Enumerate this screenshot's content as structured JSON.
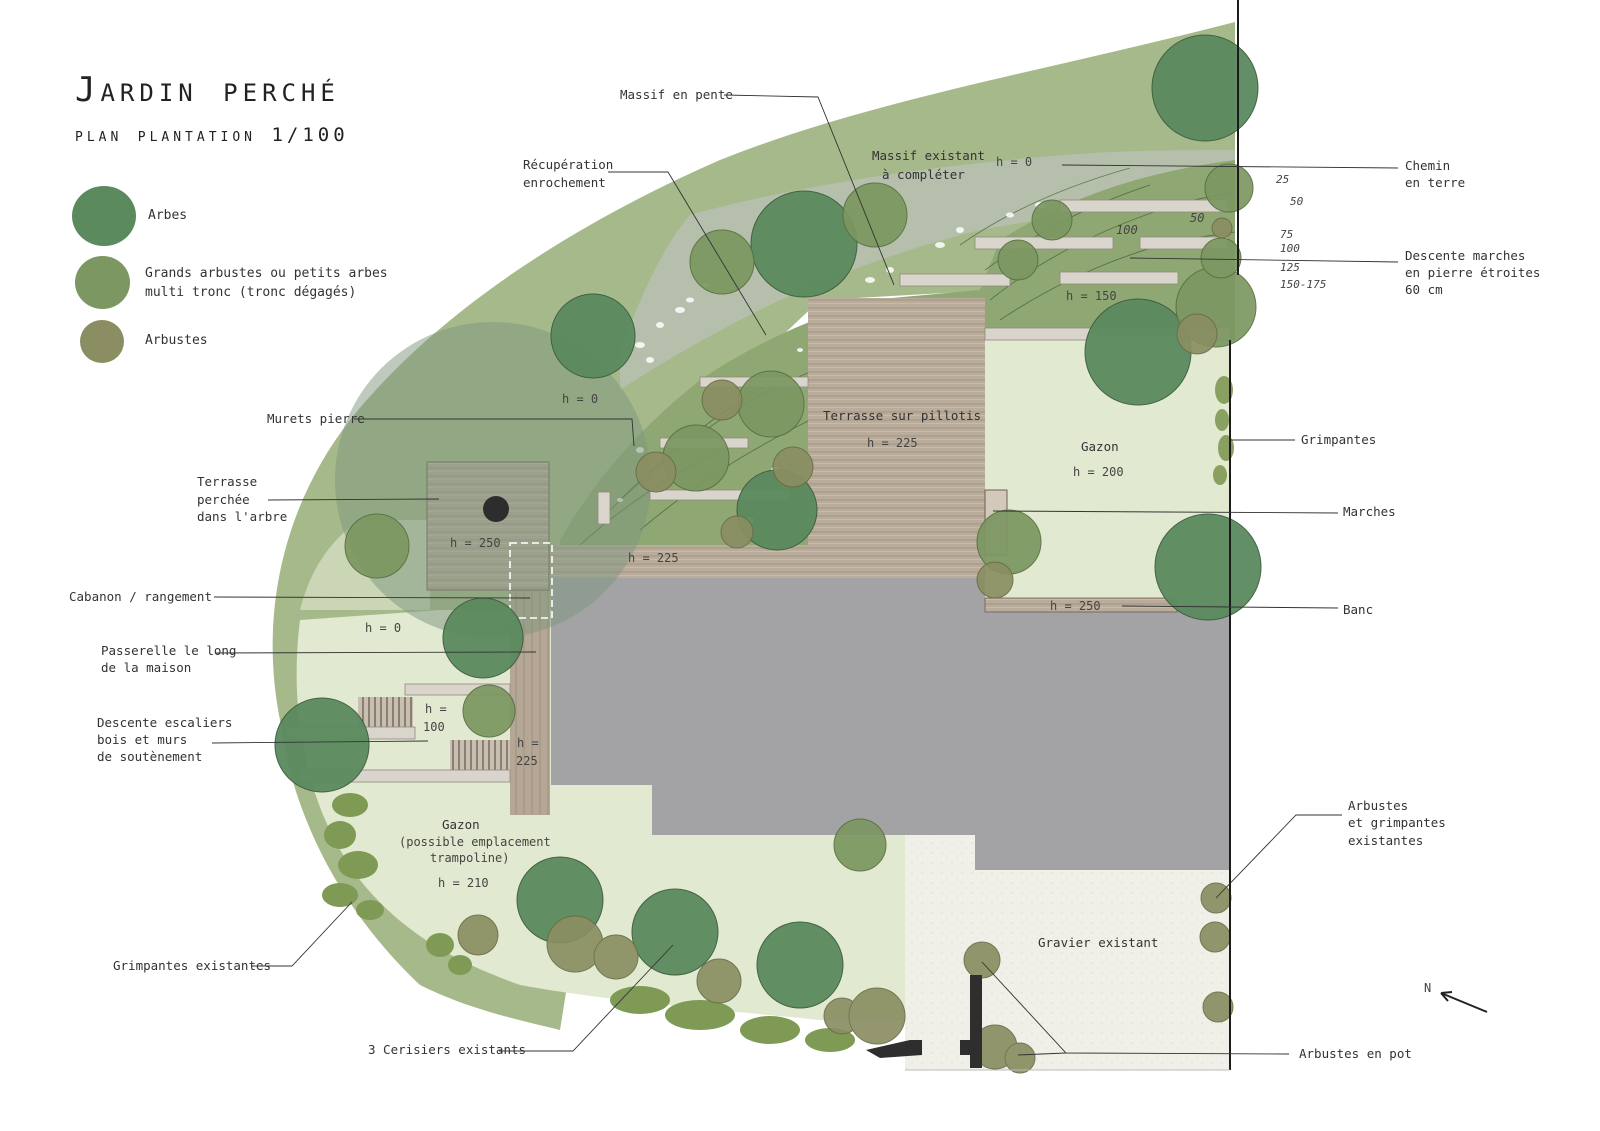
{
  "header": {
    "title": "Jardin perché",
    "subtitle": "plan plantation 1/100"
  },
  "legend": [
    {
      "label": "Arbes",
      "color": "#5b8a5e"
    },
    {
      "label": "Grands arbustes ou petits arbes\nmulti tronc (tronc dégagés)",
      "color": "#7c9761"
    },
    {
      "label": "Arbustes",
      "color": "#8a8e62"
    }
  ],
  "colors": {
    "tree": "#5b8a5e",
    "large_shrub": "#7c9761",
    "shrub": "#8a8e62",
    "grass_light": "#e1e9d0",
    "meadow": "#a8bb8a",
    "house": "#a3a3a5",
    "deck": "#b7aa99",
    "gravel": "#f0efe8"
  },
  "annotations": {
    "massif_pente": "Massif en pente",
    "recup": [
      "Récupération",
      "enrochement"
    ],
    "massif_existant": [
      "Massif existant",
      "à compléter"
    ],
    "chemin": [
      "Chemin",
      "en terre"
    ],
    "descente_marches": [
      "Descente marches",
      "en pierre étroites",
      "60 cm"
    ],
    "grimpantes": "Grimpantes",
    "marches": "Marches",
    "banc": "Banc",
    "murets": "Murets pierre",
    "terrasse_perchee": [
      "Terrasse",
      "perchée",
      "dans l'arbre"
    ],
    "cabanon": "Cabanon / rangement",
    "passerelle": [
      "Passerelle le long",
      "de la maison"
    ],
    "descente_escaliers": [
      "Descente escaliers",
      "bois et murs",
      "de soutènement"
    ],
    "grimpantes_existantes": "Grimpantes existantes",
    "cerisiers": "3 Cerisiers existants",
    "arbustes_pot": "Arbustes en pot",
    "arbustes_grimpantes": [
      "Arbustes",
      "et grimpantes",
      "existantes"
    ],
    "terrasse_pilotis": "Terrasse sur pillotis",
    "gazon_top": "Gazon",
    "gazon_bottom": [
      "Gazon",
      "(possible emplacement",
      "trampoline)"
    ],
    "gravier": "Gravier existant",
    "north": "N"
  },
  "heights": {
    "h0_top": "h = 0",
    "h150": "h = 150",
    "h225_terrace": "h = 225",
    "h200": "h = 200",
    "h0_left": "h = 0",
    "h250_tree": "h = 250",
    "h225_walk": "h = 225",
    "h250_banc": "h = 250",
    "h0_bottom": "h = 0",
    "h100_line1": "h =",
    "h100_line2": "100",
    "h225v_line1": "h =",
    "h225v_line2": "225",
    "h210": "h = 210"
  },
  "step_marks": [
    "25",
    "50",
    "75",
    "100",
    "125",
    "150-175"
  ],
  "plan_marks": [
    "50",
    "100"
  ]
}
